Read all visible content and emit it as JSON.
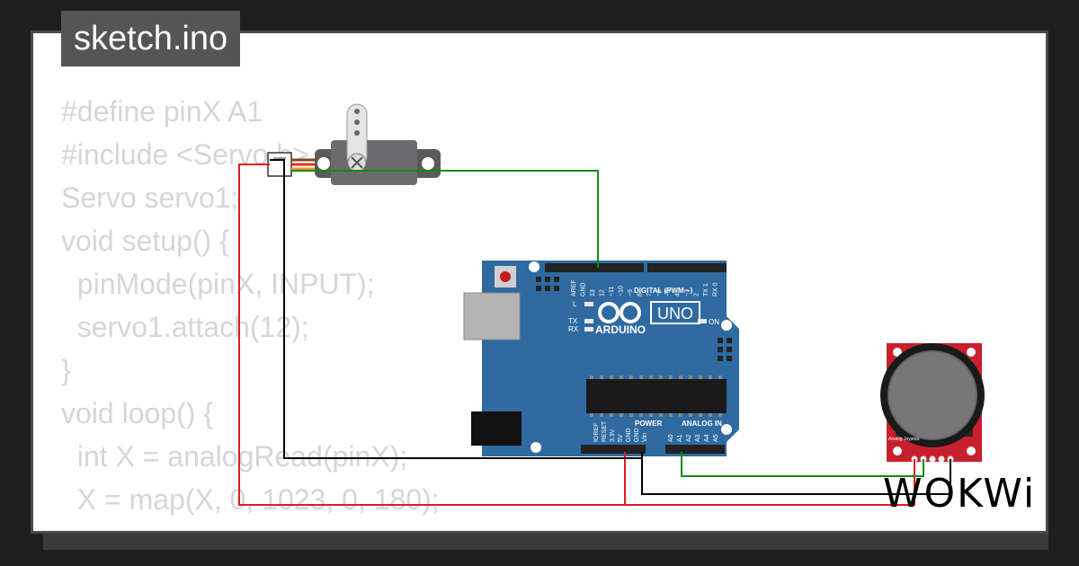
{
  "title": "sketch.ino",
  "code_lines": [
    "#define pinX A1",
    "#include <Servo.h>",
    "Servo servo1;",
    "void setup() {",
    "  pinMode(pinX, INPUT);",
    "  servo1.attach(12);",
    "}",
    "void loop() {",
    "  int X = analogRead(pinX);",
    "  X = map(X, 0, 1023, 0, 180);"
  ],
  "arduino": {
    "model": "UNO",
    "brand": "ARDUINO",
    "digital_label": "DIGITAL (PWM ~)",
    "power_label": "POWER",
    "analog_label": "ANALOG IN",
    "on_label": "ON",
    "l_label": "L",
    "tx_label": "TX",
    "rx_label": "RX",
    "digital_pins": [
      "AREF",
      "GND",
      "13",
      "12",
      "~11",
      "~10",
      "~9",
      "8",
      "7",
      "~6",
      "~5",
      "4",
      "~3",
      "2",
      "TX 1",
      "RX 0"
    ],
    "power_pins": [
      "IOREF",
      "RESET",
      "3.3V",
      "5V",
      "GND",
      "GND",
      "Vin"
    ],
    "analog_pins": [
      "A0",
      "A1",
      "A2",
      "A3",
      "A4",
      "A5"
    ]
  },
  "joystick": {
    "label": "Analog Joystick"
  },
  "logo": "WOKWi",
  "colors": {
    "background": "#1e1e1e",
    "board": "#2f6aa1",
    "wire_red": "#e01b1b",
    "wire_black": "#000000",
    "wire_green": "#138a13",
    "servo_body": "#58585a",
    "joystick_pcb": "#c8202f"
  }
}
